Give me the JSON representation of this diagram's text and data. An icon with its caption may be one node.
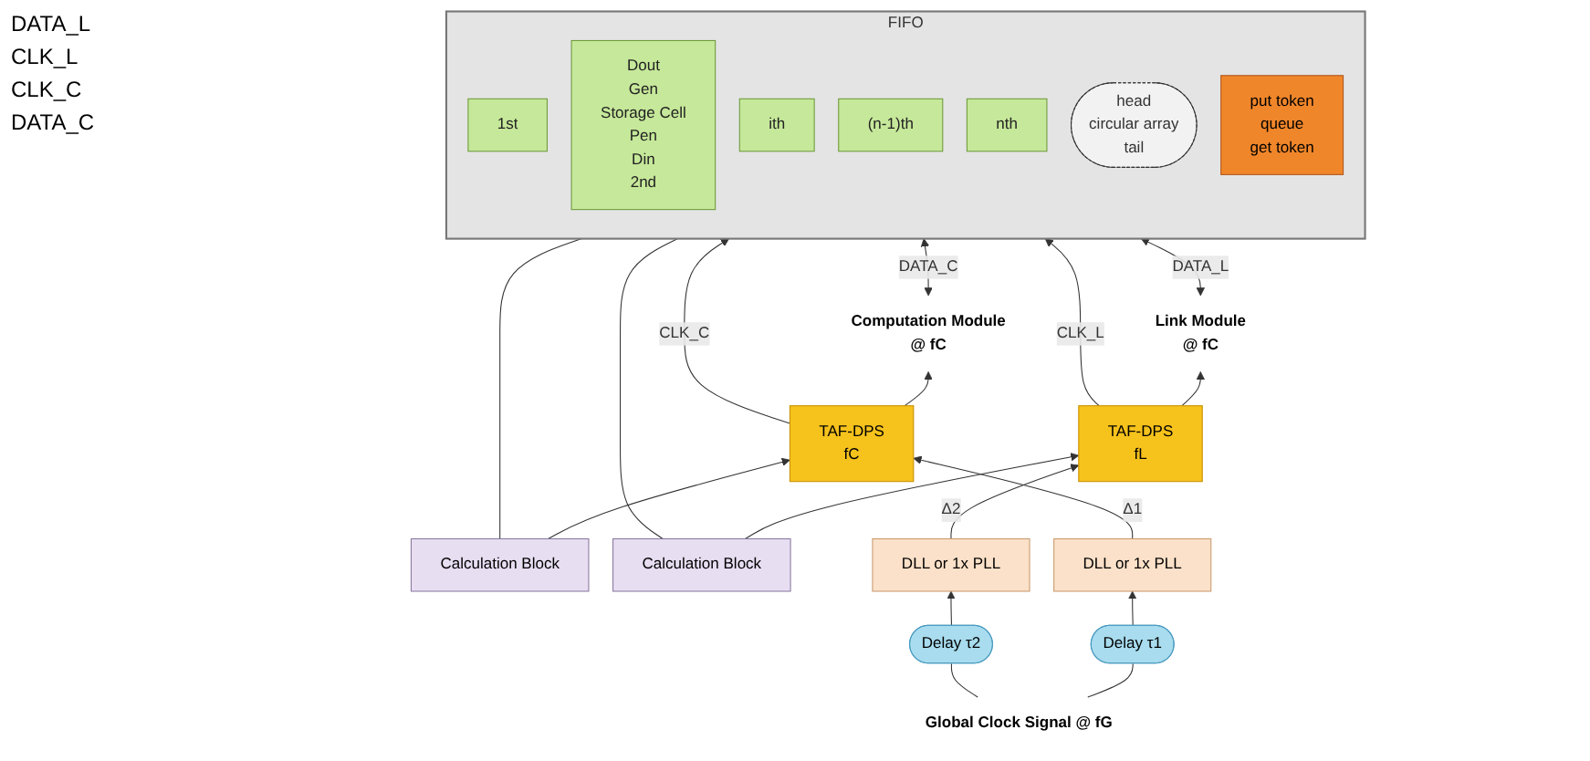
{
  "diagram": {
    "nodes": [
      {
        "text": [
          "FIFO"
        ]
      },
      {
        "text": [
          "1st"
        ],
        "in": 0
      },
      {
        "text": [
          "Dout",
          "Gen",
          "Storage Cell",
          "Pen",
          "Din",
          "2nd"
        ],
        "in": 0
      },
      {
        "text": [
          "ith"
        ],
        "in": 0
      },
      {
        "text": [
          "(n-1)th"
        ],
        "in": 0
      },
      {
        "text": [
          "nth"
        ],
        "in": 0
      },
      {
        "text": [
          "head",
          "circular array",
          "tail"
        ],
        "in": 0
      },
      {
        "text": [
          "put token",
          "queue",
          "get token"
        ],
        "in": 0
      },
      {
        "text": [
          "Computation Module",
          "@ fC"
        ]
      },
      {
        "text": [
          "Link Module",
          "@ fC"
        ]
      },
      {
        "text": [
          "TAF-DPS",
          "fC"
        ]
      },
      {
        "text": [
          "TAF-DPS",
          "fL"
        ]
      },
      {
        "text": [
          "Calculation Block"
        ]
      },
      {
        "text": [
          "Calculation Block"
        ]
      },
      {
        "text": [
          "DLL or 1x  PLL"
        ]
      },
      {
        "text": [
          "DLL or 1x  PLL"
        ]
      },
      {
        "text": [
          "Delay τ1"
        ]
      },
      {
        "text": [
          "Delay τ2"
        ]
      },
      {
        "text": [
          "Global Clock Signal  @ fG"
        ]
      }
    ],
    "edges": [
      {
        "from": 10,
        "to": 8,
        "arrow": "to"
      },
      {
        "from": 10,
        "to": 0,
        "arrow": "to",
        "label": "CLK_C"
      },
      {
        "from": 8,
        "to": 0,
        "arrow": "both",
        "label": "DATA_C"
      },
      {
        "from": 9,
        "to": 0,
        "arrow": "both",
        "label": "DATA_L"
      },
      {
        "from": 11,
        "to": 0,
        "arrow": "to",
        "label": "CLK_L"
      },
      {
        "from": 11,
        "to": 9,
        "arrow": "to"
      },
      {
        "from": 12,
        "to": 0,
        "arrow": "none"
      },
      {
        "from": 12,
        "to": 10,
        "arrow": "to"
      },
      {
        "from": 13,
        "to": 0,
        "arrow": "none"
      },
      {
        "from": 13,
        "to": 11,
        "arrow": "to"
      },
      {
        "from": 18,
        "to": 16,
        "arrow": "none"
      },
      {
        "from": 16,
        "to": 14,
        "arrow": "to"
      },
      {
        "from": 18,
        "to": 17,
        "arrow": "none"
      },
      {
        "from": 17,
        "to": 15,
        "arrow": "to"
      },
      {
        "from": 14,
        "to": 10,
        "arrow": "to",
        "label": "Δ1"
      },
      {
        "from": 15,
        "to": 11,
        "arrow": "to",
        "label": "Δ2"
      }
    ],
    "labels": [
      "DATA_L",
      "CLK_L",
      "CLK_C",
      "DATA_C"
    ]
  }
}
